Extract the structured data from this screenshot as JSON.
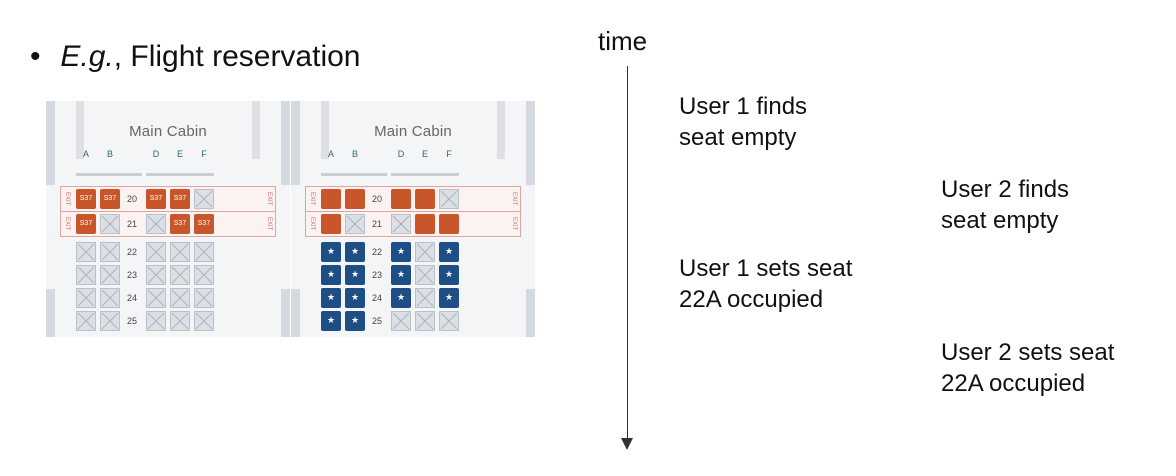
{
  "slide": {
    "bullet_symbol": "•",
    "bullet_italic": "E.g.",
    "bullet_rest": ", Flight reservation",
    "time_label": "time"
  },
  "events": [
    {
      "line1": "User 1 finds",
      "line2": "seat empty"
    },
    {
      "line1": "User 2 finds",
      "line2": "seat empty"
    },
    {
      "line1": "User 1 sets seat",
      "line2": "22A occupied"
    },
    {
      "line1": "User 2 sets seat",
      "line2": "22A occupied"
    }
  ],
  "seatmaps": [
    {
      "cabin_title": "Main Cabin",
      "columns": [
        "A",
        "B",
        "D",
        "E",
        "F"
      ],
      "exit_label": "EXIT",
      "rows": [
        {
          "num": "20",
          "exit": true,
          "seats": [
            [
              "orange",
              "S37"
            ],
            [
              "orange",
              "S37"
            ],
            [
              "orange",
              "S37"
            ],
            [
              "orange",
              "S37"
            ],
            [
              "empty",
              ""
            ]
          ]
        },
        {
          "num": "21",
          "exit": true,
          "seats": [
            [
              "orange",
              "S37"
            ],
            [
              "empty",
              ""
            ],
            [
              "empty",
              ""
            ],
            [
              "orange",
              "S37"
            ],
            [
              "orange",
              "S37"
            ]
          ]
        },
        {
          "num": "22",
          "exit": false,
          "seats": [
            [
              "empty",
              ""
            ],
            [
              "empty",
              ""
            ],
            [
              "empty",
              ""
            ],
            [
              "empty",
              ""
            ],
            [
              "empty",
              ""
            ]
          ]
        },
        {
          "num": "23",
          "exit": false,
          "seats": [
            [
              "empty",
              ""
            ],
            [
              "empty",
              ""
            ],
            [
              "empty",
              ""
            ],
            [
              "empty",
              ""
            ],
            [
              "empty",
              ""
            ]
          ]
        },
        {
          "num": "24",
          "exit": false,
          "seats": [
            [
              "empty",
              ""
            ],
            [
              "empty",
              ""
            ],
            [
              "empty",
              ""
            ],
            [
              "empty",
              ""
            ],
            [
              "empty",
              ""
            ]
          ]
        },
        {
          "num": "25",
          "exit": false,
          "seats": [
            [
              "empty",
              ""
            ],
            [
              "empty",
              ""
            ],
            [
              "empty",
              ""
            ],
            [
              "empty",
              ""
            ],
            [
              "empty",
              ""
            ]
          ]
        }
      ]
    },
    {
      "cabin_title": "Main Cabin",
      "columns": [
        "A",
        "B",
        "D",
        "E",
        "F"
      ],
      "exit_label": "EXIT",
      "rows": [
        {
          "num": "20",
          "exit": true,
          "seats": [
            [
              "orange",
              ""
            ],
            [
              "orange",
              ""
            ],
            [
              "orange",
              ""
            ],
            [
              "orange",
              ""
            ],
            [
              "empty",
              ""
            ]
          ]
        },
        {
          "num": "21",
          "exit": true,
          "seats": [
            [
              "orange",
              ""
            ],
            [
              "empty",
              ""
            ],
            [
              "empty",
              ""
            ],
            [
              "orange",
              ""
            ],
            [
              "orange",
              ""
            ]
          ]
        },
        {
          "num": "22",
          "exit": false,
          "seats": [
            [
              "blue",
              "★"
            ],
            [
              "blue",
              "★"
            ],
            [
              "blue",
              "★"
            ],
            [
              "empty",
              ""
            ],
            [
              "blue",
              "★"
            ]
          ]
        },
        {
          "num": "23",
          "exit": false,
          "seats": [
            [
              "blue",
              "★"
            ],
            [
              "blue",
              "★"
            ],
            [
              "blue",
              "★"
            ],
            [
              "empty",
              ""
            ],
            [
              "blue",
              "★"
            ]
          ]
        },
        {
          "num": "24",
          "exit": false,
          "seats": [
            [
              "blue",
              "★"
            ],
            [
              "blue",
              "★"
            ],
            [
              "blue",
              "★"
            ],
            [
              "empty",
              ""
            ],
            [
              "blue",
              "★"
            ]
          ]
        },
        {
          "num": "25",
          "exit": false,
          "seats": [
            [
              "blue",
              "★"
            ],
            [
              "blue",
              "★"
            ],
            [
              "empty",
              ""
            ],
            [
              "empty",
              ""
            ],
            [
              "empty",
              ""
            ]
          ]
        }
      ]
    }
  ],
  "colors": {
    "occupied_orange": "#c9562a",
    "preferred_blue": "#1e4e86",
    "exit_red": "#d07070"
  }
}
